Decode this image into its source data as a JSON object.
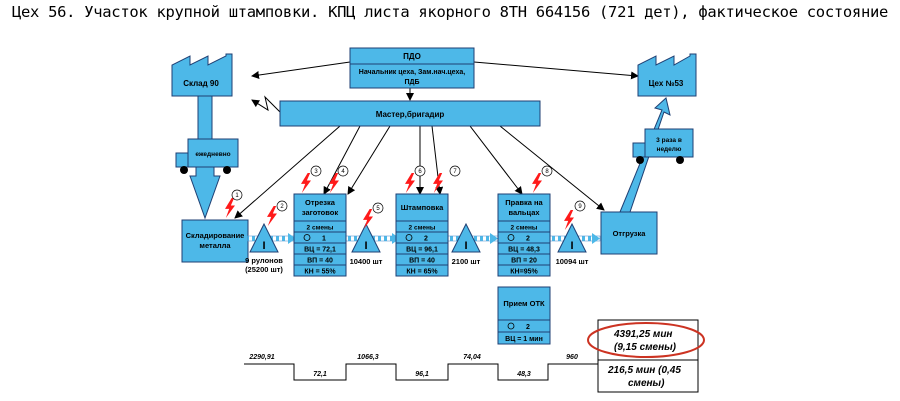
{
  "title": "Цех 56. Участок крупной штамповки. КПЦ листа якорного 8ТН 664156 (721 дет), фактическое состояние",
  "pdo": {
    "title": "ПДО",
    "lines": [
      "Начальник цеха, Зам.нач.цеха,",
      "ПДБ"
    ]
  },
  "master": "Мастер,бригадир",
  "sklad90": "Склад 90",
  "ceh53": "Цех №53",
  "truck_left": "ежедневно",
  "truck_right": [
    "3 раза в",
    "неделю"
  ],
  "storage": [
    "Складирование",
    "металла"
  ],
  "shipping": "Отгрузка",
  "processes": [
    {
      "name": [
        "Отрезка",
        "заготовок"
      ],
      "shifts": "2 смены",
      "operators": "1",
      "vc": "ВЦ = 72,1",
      "vp": "ВП = 40",
      "kn": "КН = 55%"
    },
    {
      "name": [
        "Штамповка"
      ],
      "shifts": "2 смены",
      "operators": "2",
      "vc": "ВЦ = 96,1",
      "vp": "ВП = 40",
      "kn": "КН = 65%"
    },
    {
      "name": [
        "Правка на",
        "вальцах"
      ],
      "shifts": "2 смены",
      "operators": "2",
      "vc": "ВЦ = 48,3",
      "vp": "ВП = 20",
      "kn": "КН=95%"
    }
  ],
  "otk": {
    "name": "Прием ОТК",
    "operators": "2",
    "vc": "ВЦ = 1 мин"
  },
  "inventories": [
    {
      "lines": [
        "9 рулонов",
        "(25200 шт)"
      ]
    },
    {
      "lines": [
        "10400 шт"
      ]
    },
    {
      "lines": [
        "2100 шт"
      ]
    },
    {
      "lines": [
        "10094 шт"
      ]
    }
  ],
  "inventory_symbol": "I",
  "markers": [
    "1",
    "2",
    "3",
    "4",
    "5",
    "6",
    "7",
    "8",
    "9"
  ],
  "timeline": {
    "upper": [
      "2290,91",
      "1066,3",
      "74,04",
      "960"
    ],
    "lower": [
      "72,1",
      "96,1",
      "48,3"
    ]
  },
  "totals": {
    "lead_time": [
      "4391,25 мин",
      "(9,15 смены)"
    ],
    "process_time": [
      "216,5 мин (0,45",
      "смены)"
    ]
  },
  "colors": {
    "box": "#4db8e8",
    "stroke": "#1f3f73",
    "lightning": "#ff1a1a",
    "ellipse": "#cc3322",
    "arrow": "#5b9bd5"
  }
}
